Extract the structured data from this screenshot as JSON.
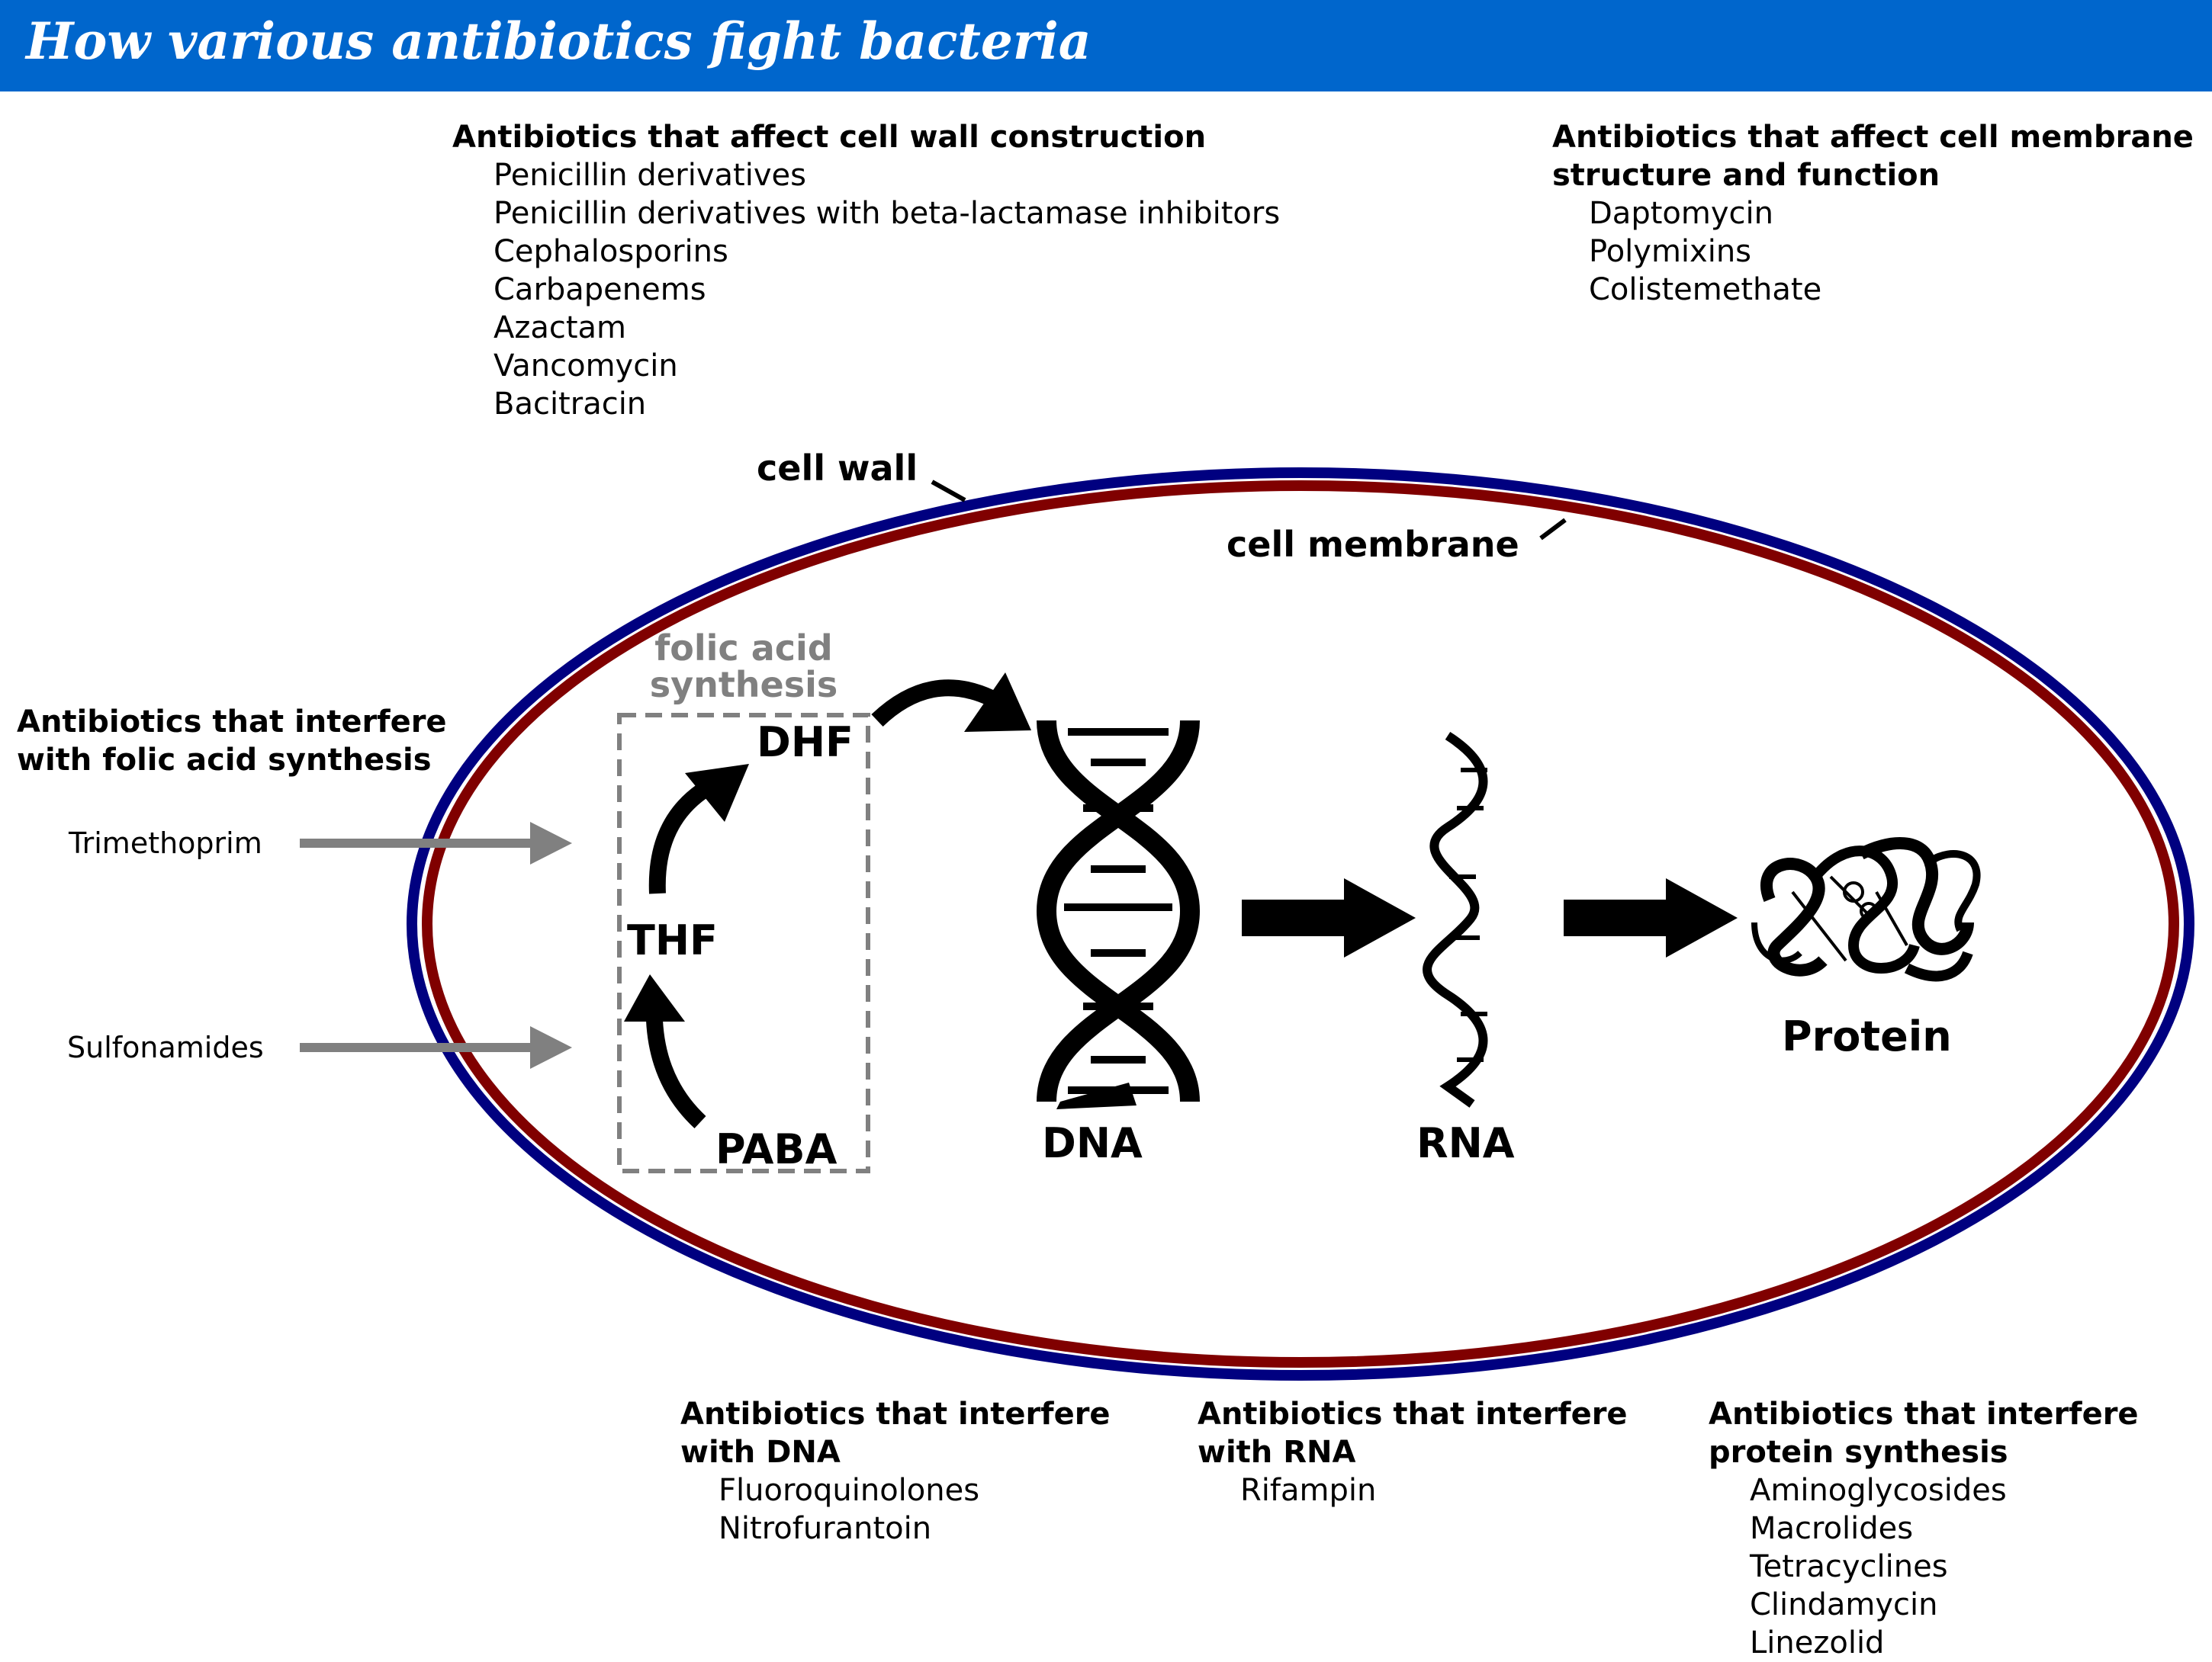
{
  "title": "How various antibiotics fight bacteria",
  "colors": {
    "banner": "#0066CC",
    "cell_wall": "#000080",
    "cell_membrane": "#800000",
    "folic_box": "#808080",
    "inhibitor_arrow": "#808080"
  },
  "diagram_labels": {
    "cell_wall": "cell wall",
    "cell_membrane": "cell membrane",
    "folic_acid_line1": "folic acid",
    "folic_acid_line2": "synthesis",
    "dhf": "DHF",
    "thf": "THF",
    "paba": "PABA",
    "dna": "DNA",
    "rna": "RNA",
    "protein": "Protein"
  },
  "groups": {
    "cell_wall": {
      "heading": "Antibiotics that affect cell wall construction",
      "items": [
        "Penicillin derivatives",
        "Penicillin derivatives with beta-lactamase inhibitors",
        "Cephalosporins",
        "Carbapenems",
        "Azactam",
        "Vancomycin",
        "Bacitracin"
      ]
    },
    "cell_membrane": {
      "heading": "Antibiotics that affect cell membrane\nstructure and function",
      "items": [
        "Daptomycin",
        "Polymixins",
        "Colistemethate"
      ]
    },
    "folic_acid": {
      "heading": "Antibiotics that interfere\nwith folic acid synthesis",
      "items": [
        "Trimethoprim",
        "Sulfonamides"
      ]
    },
    "dna": {
      "heading": "Antibiotics that interfere\nwith DNA",
      "items": [
        "Fluoroquinolones",
        "Nitrofurantoin"
      ]
    },
    "rna": {
      "heading": "Antibiotics that interfere\nwith RNA",
      "items": [
        "Rifampin"
      ]
    },
    "protein": {
      "heading": "Antibiotics that interfere\nprotein synthesis",
      "items": [
        "Aminoglycosides",
        "Macrolides",
        "Tetracyclines",
        "Clindamycin",
        "Linezolid"
      ]
    }
  },
  "icons": {
    "dna": "dna-double-helix-icon",
    "rna": "rna-strand-icon",
    "protein": "protein-ribbon-icon"
  }
}
